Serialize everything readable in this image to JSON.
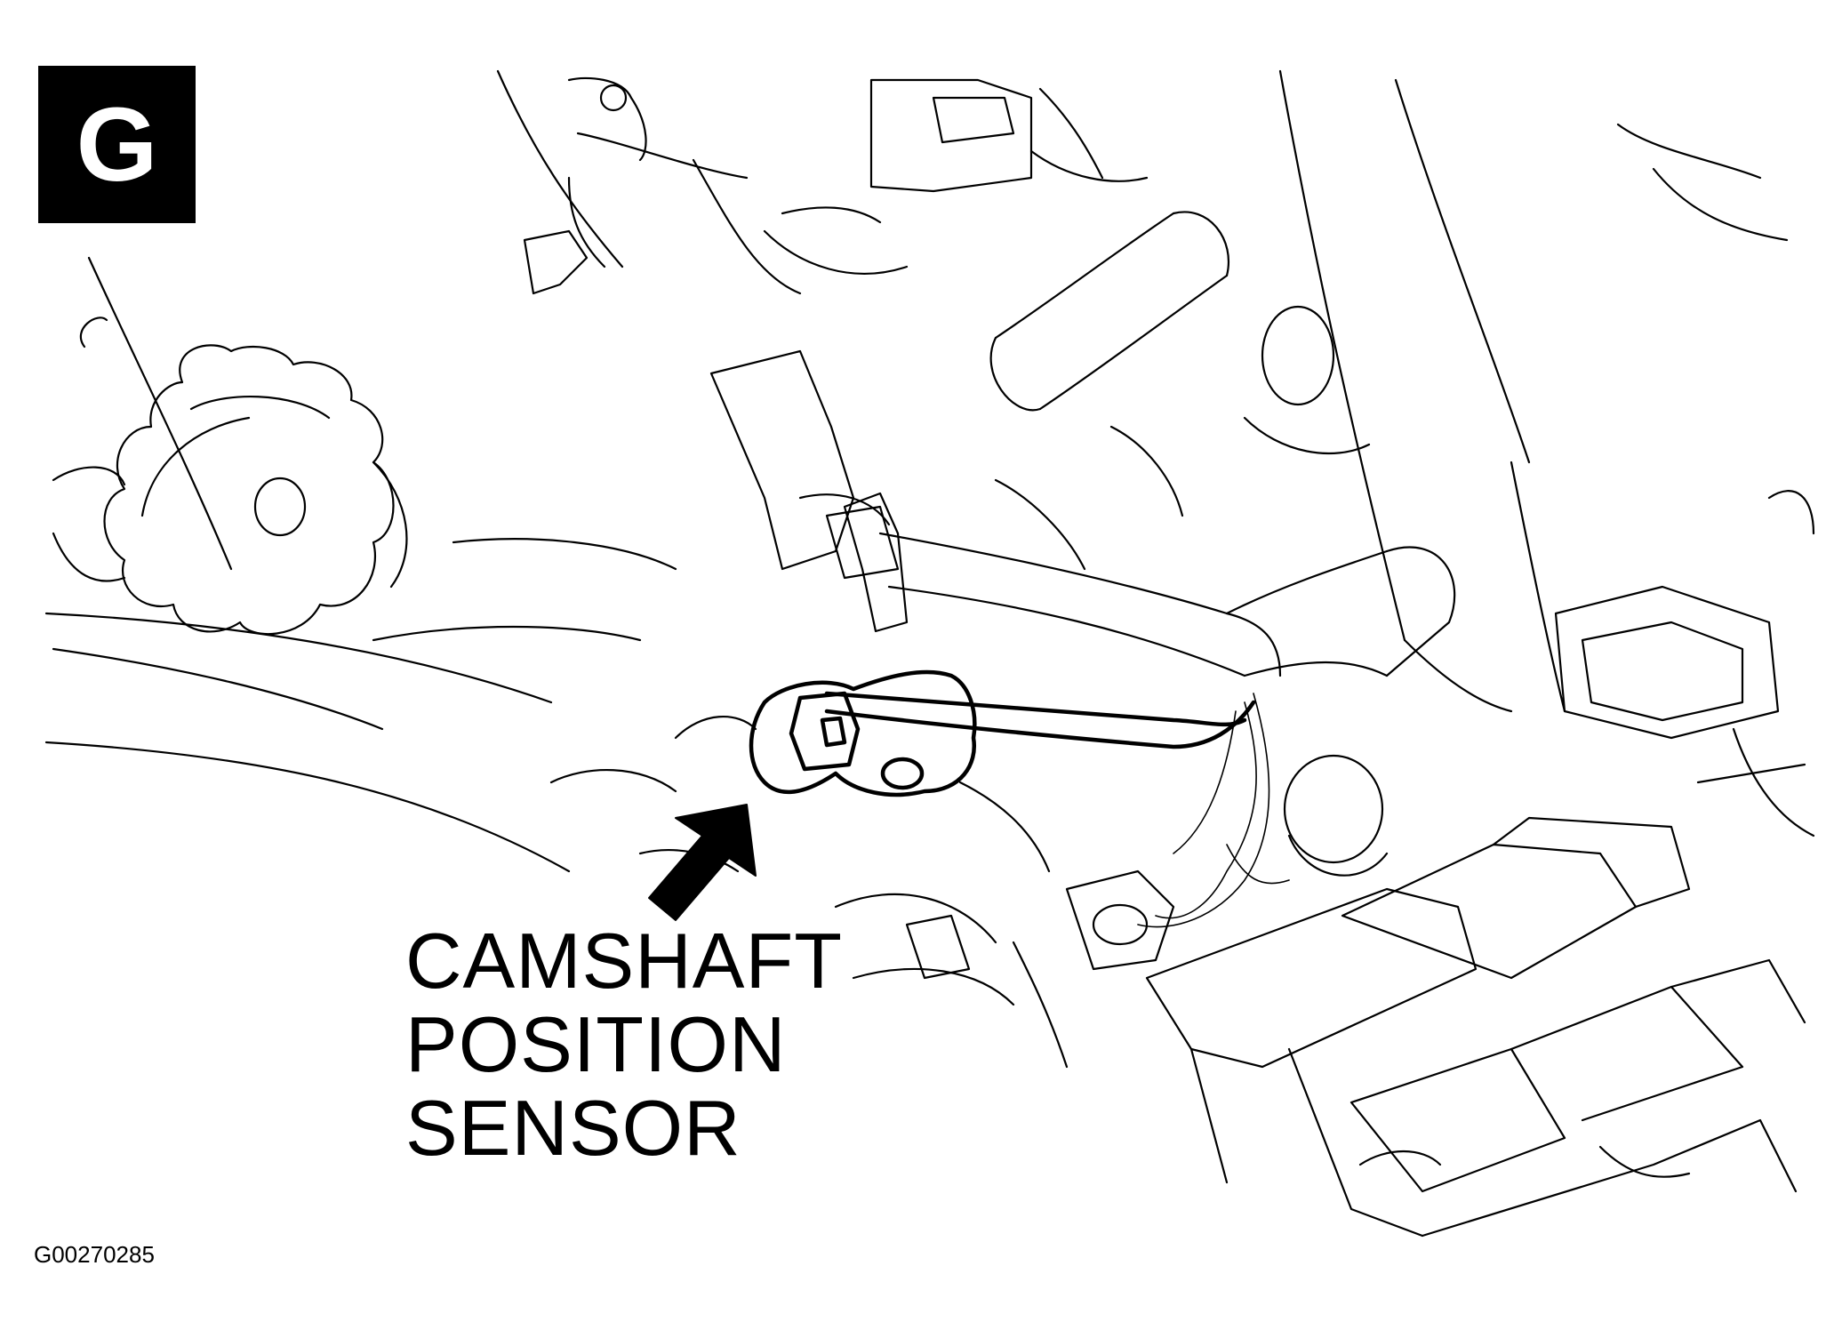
{
  "badge": {
    "letter": "G"
  },
  "callout": {
    "lines": [
      "CAMSHAFT",
      "POSITION",
      "SENSOR"
    ]
  },
  "figure_id": "G00270285",
  "colors": {
    "line": "#000000",
    "background": "#ffffff"
  }
}
